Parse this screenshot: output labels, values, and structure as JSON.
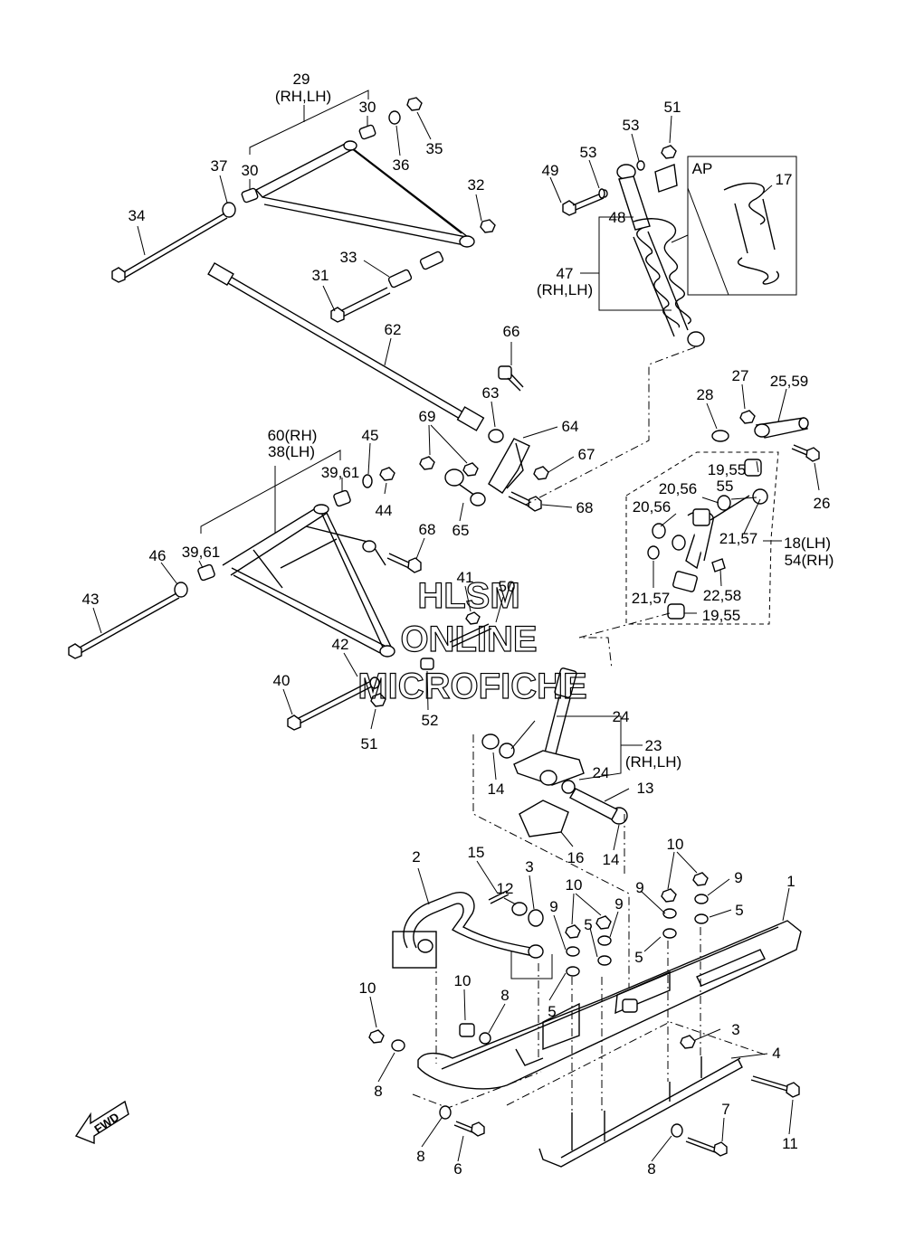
{
  "watermark": {
    "line1": "HLSM",
    "line2": "ONLINE",
    "line3": "MICROFICHE"
  },
  "fwd_label": "FWD",
  "ap_label": "AP",
  "labels": {
    "l29": "29",
    "l29s": "(RH,LH)",
    "l30a": "30",
    "l30b": "30",
    "l35": "35",
    "l36": "36",
    "l37": "37",
    "l34": "34",
    "l32": "32",
    "l33": "33",
    "l31": "31",
    "l62": "62",
    "l66": "66",
    "l63": "63",
    "l64": "64",
    "l67": "67",
    "l68a": "68",
    "l68b": "68",
    "l69": "69",
    "l65": "65",
    "l60": "60(RH)",
    "l38": "38(LH)",
    "l45": "45",
    "l3961a": "39,61",
    "l3961b": "39,61",
    "l44": "44",
    "l46": "46",
    "l43": "43",
    "l41": "41",
    "l50": "50",
    "l42": "42",
    "l40": "40",
    "l51a": "51",
    "l51b": "51",
    "l52": "52",
    "l53a": "53",
    "l53b": "53",
    "l49": "49",
    "l48": "48",
    "l47": "47",
    "l47s": "(RH,LH)",
    "l17": "17",
    "l28": "28",
    "l27": "27",
    "l2559": "25,59",
    "l26": "26",
    "l1955a": "19,55",
    "l1955b": "19,55",
    "l2056a": "20,56",
    "l2056b": "20,56",
    "l55": "55",
    "l2157a": "21,57",
    "l2157b": "21,57",
    "l18": "18(LH)",
    "l54": "54(RH)",
    "l2258": "22,58",
    "l24a": "24",
    "l24b": "24",
    "l23": "23",
    "l23s": "(RH,LH)",
    "l13": "13",
    "l14a": "14",
    "l14b": "14",
    "l16": "16",
    "l2": "2",
    "l15": "15",
    "l12": "12",
    "l3a": "3",
    "l3b": "3",
    "l10a": "10",
    "l10b": "10",
    "l10c": "10",
    "l10d": "10",
    "l9a": "9",
    "l9b": "9",
    "l9c": "9",
    "l9d": "9",
    "l5a": "5",
    "l5b": "5",
    "l5c": "5",
    "l5d": "5",
    "l1": "1",
    "l8a": "8",
    "l8b": "8",
    "l8c": "8",
    "l8d": "8",
    "l4": "4",
    "l6": "6",
    "l7": "7",
    "l11": "11"
  }
}
